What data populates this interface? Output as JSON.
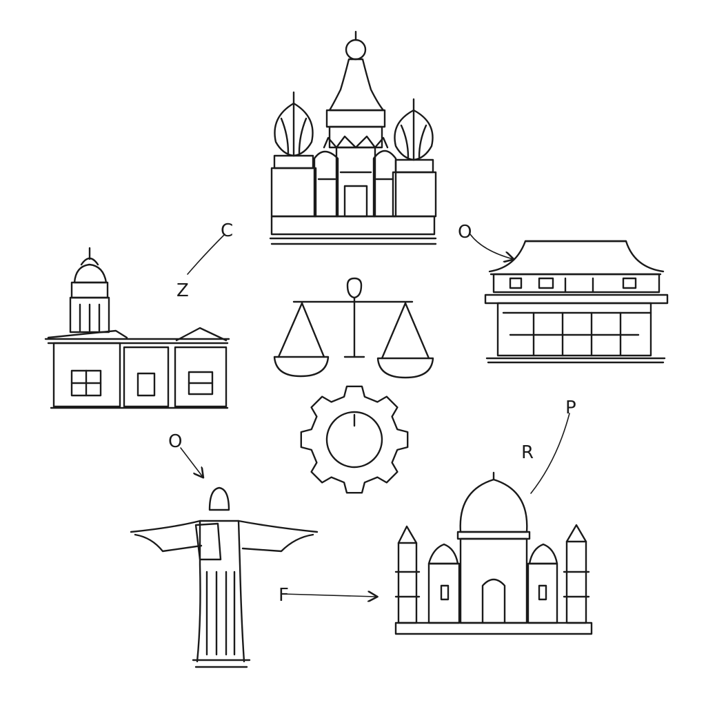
{
  "labels": {
    "c": "C",
    "z": "Z",
    "o_top_right": "O",
    "o_left": "O",
    "r": "R",
    "p": "P",
    "f": "F"
  },
  "landmarks": [
    "saint-basils-cathedral",
    "chinese-palace-hall",
    "taj-mahal",
    "christ-the-redeemer",
    "domed-government-building"
  ],
  "center_icons": [
    "balance-scale-icon",
    "gear-icon"
  ],
  "colors": {
    "ink": "#1a1a1a",
    "background": "#ffffff"
  }
}
